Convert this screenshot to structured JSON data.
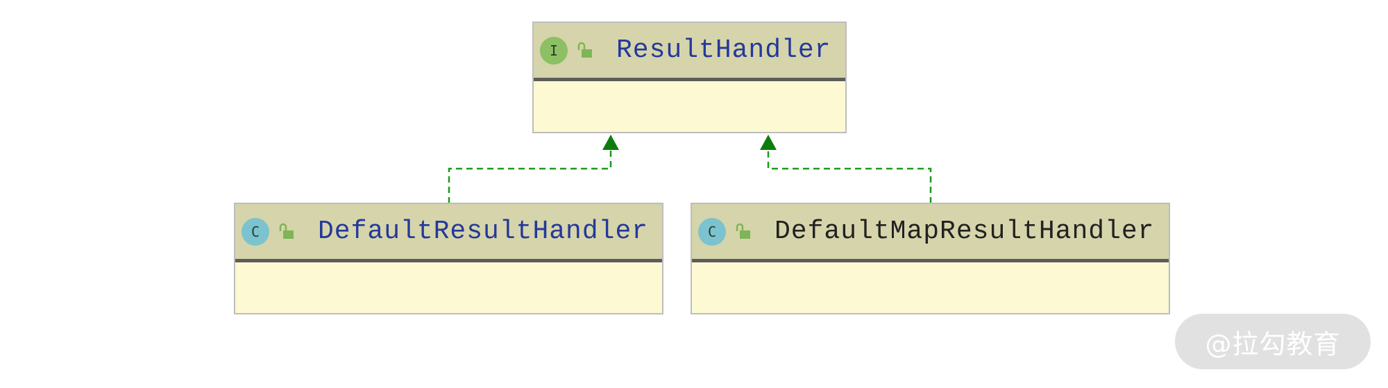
{
  "colors": {
    "connector": "#1a9a1a",
    "arrow_head": "#0c7d0c",
    "interface_badge": "#8dbf64",
    "class_badge": "#7ac3cf",
    "lock": "#7fb556",
    "header": "#d6d4aa",
    "body": "#fcf9d3",
    "name_blue": "#23399a",
    "name_dark": "#222222"
  },
  "diagram": {
    "interface": {
      "badge": "I",
      "name": "ResultHandler",
      "kind_icon": "interface-icon"
    },
    "classes": [
      {
        "badge": "C",
        "name": "DefaultResultHandler",
        "kind_icon": "class-icon"
      },
      {
        "badge": "C",
        "name": "DefaultMapResultHandler",
        "kind_icon": "class-icon"
      }
    ]
  },
  "watermark": {
    "text": "@拉勾教育"
  }
}
